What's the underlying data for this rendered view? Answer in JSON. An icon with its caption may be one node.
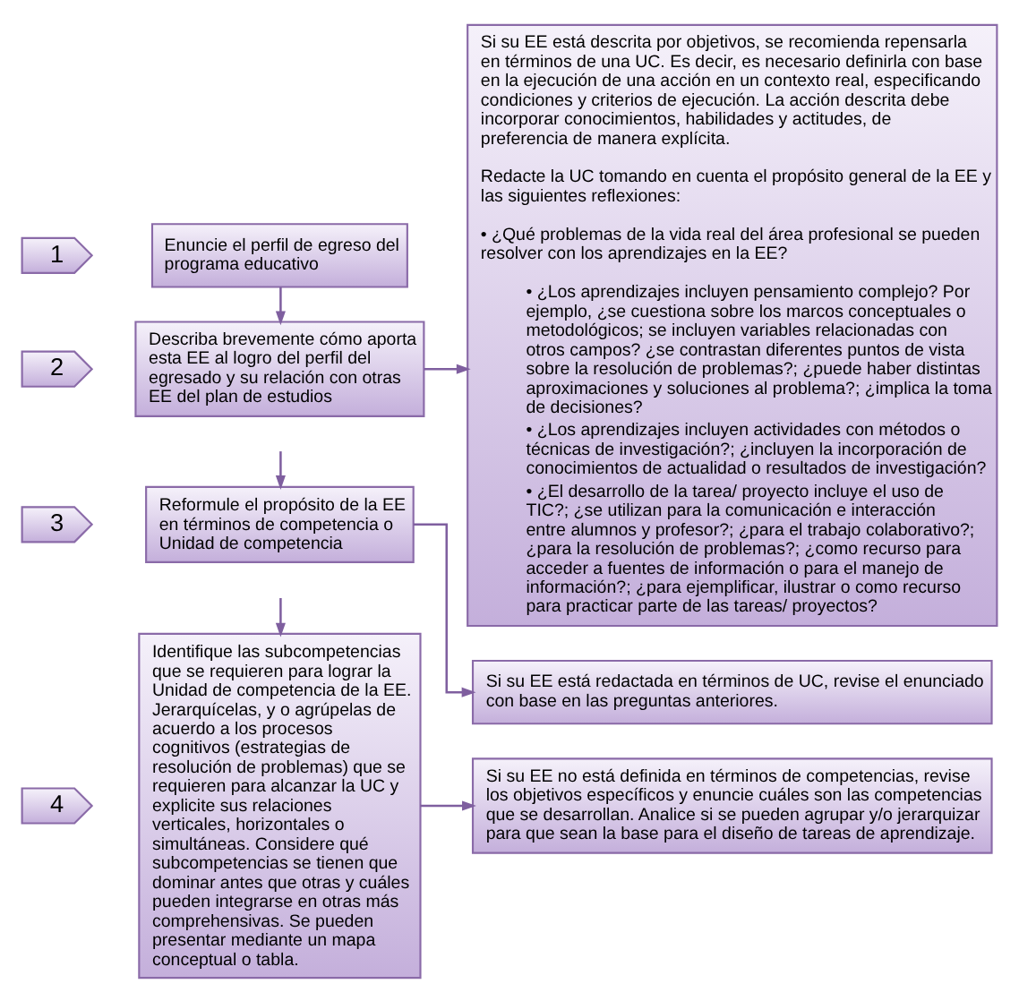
{
  "diagram": {
    "nodes": [
      {
        "text": [
          "1"
        ]
      },
      {
        "text": [
          "Enuncie el perfil de egreso del programa educativo"
        ]
      },
      {
        "text": [
          "2"
        ]
      },
      {
        "text": [
          "Describa brevemente cómo aporta esta EE al logro del perfil del egresado y su relación con otras EE del plan de estudios"
        ]
      },
      {
        "text": [
          "3"
        ]
      },
      {
        "text": [
          "Reformule el propósito de la EE en términos de competencia o Unidad de competencia"
        ]
      },
      {
        "text": [
          "4"
        ]
      },
      {
        "text": [
          "Identifique las subcompetencias que se requieren para lograr la Unidad de competencia de la EE. Jerarquícelas, y o agrúpelas de acuerdo a los procesos cognitivos (estrategias de resolución de problemas) que se requieren para alcanzar la UC y explicite sus relaciones verticales, horizontales o simultáneas. Considere qué subcompetencias se tienen que dominar antes que otras y cuáles pueden integrarse en otras más comprehensivas. Se pueden presentar mediante un mapa conceptual o tabla."
        ]
      },
      {
        "text": [
          "Si su EE está descrita por objetivos, se recomienda repensarla en términos de una UC. Es decir, es necesario definirla con base en la ejecución de una acción en un contexto real, especificando condiciones y criterios de ejecución. La acción descrita debe incorporar conocimientos, habilidades y actitudes, de preferencia de manera explícita.",
          "Redacte la UC tomando en cuenta el propósito general de la EE y las siguientes reflexiones:",
          "• ¿Qué problemas de la vida real del área profesional se pueden resolver con los aprendizajes en la EE?",
          "• ¿Los aprendizajes incluyen pensamiento complejo? Por ejemplo, ¿se cuestiona sobre los marcos conceptuales o metodológicos; se incluyen variables relacionadas con otros campos? ¿se contrastan diferentes puntos de vista sobre la resolución de problemas?; ¿puede haber distintas aproximaciones y soluciones al problema?; ¿implica la toma de decisiones?",
          "• ¿Los aprendizajes incluyen actividades con métodos o técnicas de investigación?; ¿incluyen la incorporación de conocimientos de actualidad o resultados de investigación?",
          "• ¿El desarrollo de la tarea/ proyecto incluye el uso de TIC?; ¿se utilizan para la comunicación e interacción entre alumnos y profesor?; ¿para el trabajo colaborativo?; ¿para la resolución de problemas?; ¿como recurso para acceder a fuentes de información o para el manejo de información?; ¿para ejemplificar, ilustrar o como recurso para practicar parte de las tareas/ proyectos?"
        ]
      },
      {
        "text": [
          "Si su EE está redactada en términos de UC, revise el enunciado con base en las preguntas anteriores."
        ]
      },
      {
        "text": [
          "Si su EE no está definida en términos de competencias, revise los objetivos específicos y enuncie cuáles son las competencias que se desarrollan. Analice si se pueden agrupar y/o jerarquizar para que sean la base para el diseño de tareas de aprendizaje."
        ]
      }
    ],
    "edges": [
      {
        "from": 1,
        "to": 3,
        "arrow": "to"
      },
      {
        "from": 3,
        "to": 8,
        "arrow": "to"
      },
      {
        "from": null,
        "to": 5,
        "arrow": "to"
      },
      {
        "from": null,
        "to": 7,
        "arrow": "to"
      },
      {
        "from": 5,
        "to": 9,
        "arrow": "to"
      },
      {
        "from": 7,
        "to": 10,
        "arrow": "to"
      }
    ]
  }
}
